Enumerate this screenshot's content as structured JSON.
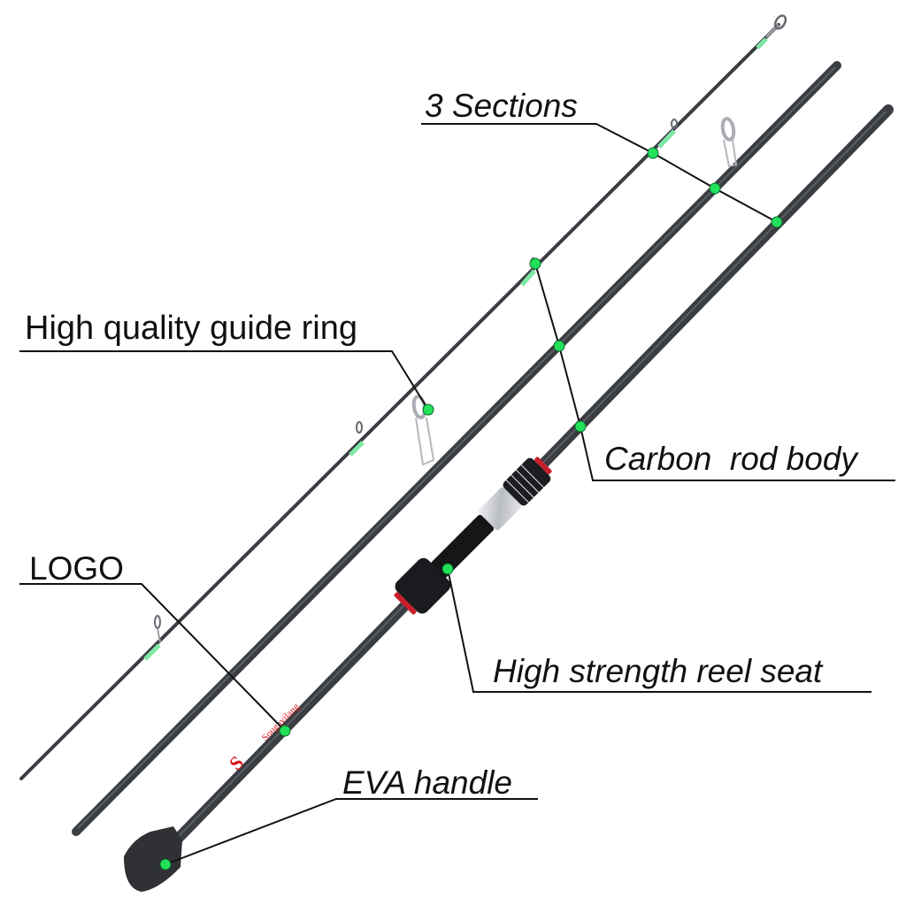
{
  "diagram": {
    "subject": "3-section spinning fishing rod with feature callouts",
    "colors": {
      "rod_body": "#3a3d42",
      "rod_highlight": "#5a5e66",
      "guide_wrap": "#7ee8a4",
      "callout_dot": "#22e05a",
      "callout_line": "#111111",
      "logo_red": "#d8141c",
      "reel_seat_silver": "#cfd2d6",
      "trim_red": "#c8202a"
    },
    "labels": {
      "sections": "3 Sections",
      "guide_ring": "High quality guide ring",
      "carbon_body": "Carbon  rod body",
      "logo": "LOGO",
      "reel_seat": "High strength reel seat",
      "eva_handle": "EVA handle"
    },
    "logo_text": "Sougayilang"
  }
}
